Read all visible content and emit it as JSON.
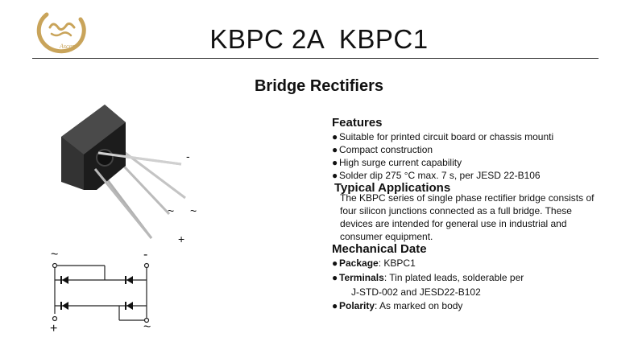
{
  "header": {
    "title": "KBPC 2A  KBPC1",
    "logo_text": "Ascent",
    "logo_color": "#c9a45a"
  },
  "doc_title": "Bridge Rectifiers",
  "photo": {
    "pin_labels": {
      "minus": "-",
      "ac1": "~",
      "ac2": "~",
      "plus": "+"
    }
  },
  "schematic": {
    "labels": {
      "top_left": "~",
      "top_right": "-",
      "bottom_left": "+",
      "bottom_right": "~"
    }
  },
  "features": {
    "heading": "Features",
    "items": [
      "Suitable for printed circuit board or chassis mounti",
      "Compact construction",
      "High surge current capability",
      "Solder dip 275 °C max. 7 s, per JESD 22-B106"
    ],
    "bullet": "●"
  },
  "typical": {
    "heading": "Typical Applications",
    "lines": [
      "The KBPC series of single phase rectifier bridge consists of",
      "four silicon junctions connected as a full bridge. These",
      "devices are intended for general use in industrial and",
      "consumer equipment."
    ]
  },
  "mechanical": {
    "heading": "Mechanical Date",
    "items": [
      {
        "label": "Package",
        "value": "KBPC1"
      },
      {
        "label": "Terminals",
        "value": "Tin plated leads, solderable per"
      },
      {
        "label": "Polarity",
        "value": "As marked on body"
      }
    ],
    "terminals_cont": "J-STD-002 and JESD22-B102",
    "colon": ":"
  }
}
